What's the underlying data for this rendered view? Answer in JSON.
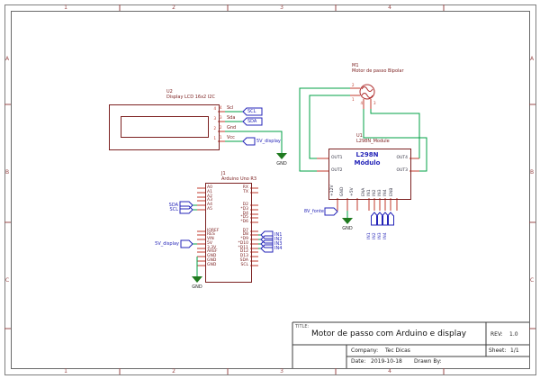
{
  "sheet": {
    "zones_top": [
      "1",
      "2",
      "3",
      "4"
    ],
    "zones_bottom": [
      "1",
      "2",
      "3",
      "4"
    ],
    "zones_left": [
      "A",
      "B",
      "C"
    ],
    "zones_right": [
      "A",
      "B",
      "C"
    ]
  },
  "title_block": {
    "title_label": "TITLE:",
    "title": "Motor de passo com Arduino e display",
    "rev_label": "REV:",
    "rev": "1.0",
    "company_label": "Company:",
    "company": "Tec Dicas",
    "sheet_label": "Sheet:",
    "sheet": "1/1",
    "date_label": "Date:",
    "date": "2019-10-18",
    "drawn_by_label": "Drawn By:"
  },
  "lcd": {
    "ref": "U2",
    "value": "Display LCD 16x2 I2C",
    "pins": [
      {
        "num": "4",
        "name": "Scl"
      },
      {
        "num": "3",
        "name": "Sda"
      },
      {
        "num": "2",
        "name": "Gnd"
      },
      {
        "num": "1",
        "name": "Vcc"
      }
    ],
    "label_scl": "SCL",
    "label_sda": "SDA",
    "label_5v": "5V_display",
    "gnd": "GND"
  },
  "arduino": {
    "ref": "J1",
    "value": "Arduino Uno R3",
    "left_pins": [
      "A0",
      "A1",
      "A2",
      "A3",
      "A4",
      "A5",
      "IOREF",
      "RES",
      "VIN",
      "5V",
      "3.3V",
      "AREF",
      "GND",
      "GND",
      "GND"
    ],
    "right_pins": [
      "RX",
      "TX",
      "D2",
      "*D3",
      "D4",
      "*D5",
      "*D6",
      "D7",
      "D8",
      "*D9",
      "*D10",
      "*D11",
      "D12",
      "D13",
      "SDA",
      "SCL"
    ],
    "label_sda": "SDA",
    "label_scl": "SCL",
    "label_5v": "5V_display",
    "in_labels": [
      "IN1",
      "IN2",
      "IN3",
      "IN4"
    ],
    "gnd": "GND"
  },
  "driver": {
    "ref": "U1",
    "lib": "L298N_Module",
    "value_line1": "L298N",
    "value_line2": "Módulo",
    "pin_out1": "OUT1",
    "pin_out2": "OUT2",
    "pin_out3": "OUT3",
    "pin_out4": "OUT4",
    "bottom_pins": [
      "+12V",
      "GND",
      "+5V",
      "ENA",
      "IN1",
      "IN2",
      "IN3",
      "IN4",
      "ENB"
    ],
    "in_labels": [
      "IN1",
      "IN2",
      "IN3",
      "IN4"
    ],
    "supply_label": "8V_fonte",
    "gnd": "GND"
  },
  "motor": {
    "ref": "M1",
    "value": "Motor de passo Bipolar",
    "pin_numbers": [
      "2",
      "1",
      "4",
      "3"
    ]
  },
  "colors": {
    "wire_green": "#00a046",
    "component_outline": "#7c2121",
    "pin_red": "#c0392b",
    "label_blue": "#2424b8",
    "gnd_green": "#1f7a1f"
  }
}
